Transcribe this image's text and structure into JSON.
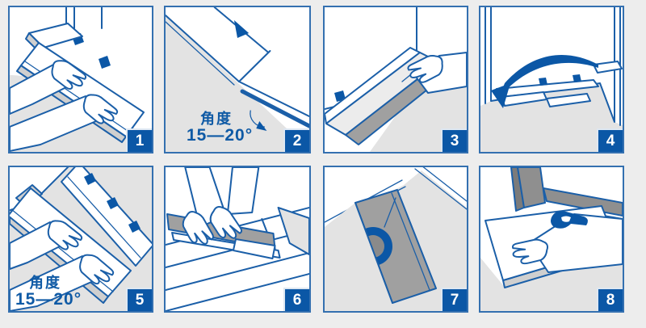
{
  "colors": {
    "page_bg": "#ededed",
    "accent_blue": "#1b5fa8",
    "badge_blue": "#0b57a6",
    "panel_border": "#3470b0",
    "floor_gray": "#e3e3e3",
    "caption_blue": "#0f5aa5",
    "plank_gray": "#a0a0a0",
    "frame_gray": "#8f8f8f"
  },
  "panels": [
    {
      "number": "1",
      "illustration": "hands-angling-first-plank-at-wall"
    },
    {
      "number": "2",
      "illustration": "plank-insertion-angle-close-up",
      "caption": {
        "line1": "角度",
        "line2": "15—20°"
      }
    },
    {
      "number": "3",
      "illustration": "marking-last-plank-with-pencil"
    },
    {
      "number": "4",
      "illustration": "arrow-move-cut-piece-to-next-row"
    },
    {
      "number": "5",
      "illustration": "hands-angling-plank-into-previous-row",
      "caption": {
        "line1": "角度",
        "line2": "15—20°"
      }
    },
    {
      "number": "6",
      "illustration": "hands-sliding-plank-with-tapping-block"
    },
    {
      "number": "7",
      "illustration": "plank-with-pipe-cutout"
    },
    {
      "number": "8",
      "illustration": "sliding-plank-under-door-frame"
    }
  ]
}
